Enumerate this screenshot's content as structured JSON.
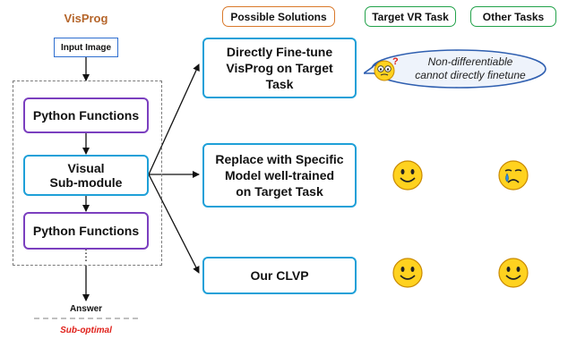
{
  "left": {
    "title": "VisProg",
    "input_label": "Input Image",
    "python_functions_top": "Python Functions",
    "visual_line1": "Visual",
    "visual_line2": "Sub-module",
    "python_functions_bottom": "Python Functions",
    "ellipsis": "⋮",
    "answer_label": "Answer",
    "suboptimal_label": "Sub-optimal"
  },
  "headers": {
    "possible_solutions": "Possible Solutions",
    "target_vr_task": "Target VR Task",
    "other_tasks": "Other Tasks"
  },
  "solutions": [
    {
      "lines": [
        "Directly Fine-tune",
        "VisProg on Target",
        "Task"
      ]
    },
    {
      "lines": [
        "Replace with Specific",
        "Model well-trained",
        "on Target Task"
      ]
    },
    {
      "lines": [
        "Our CLVP"
      ]
    }
  ],
  "bubble": {
    "line1": "Non-differentiable",
    "line2": "cannot directly finetune"
  },
  "outcomes": [
    {
      "target": "happy-face",
      "other": "sad-face"
    },
    {
      "target": "happy-face",
      "other": "happy-face"
    }
  ],
  "colors": {
    "title": "#b5652a",
    "possible_solutions_border": "#d9792b",
    "target_border": "#22a24a",
    "other_border": "#22a24a",
    "function_border": "#7b3fbf",
    "visual_border": "#1ea0d8",
    "suboptimal": "#e0201a",
    "face": "#ffd21f"
  }
}
